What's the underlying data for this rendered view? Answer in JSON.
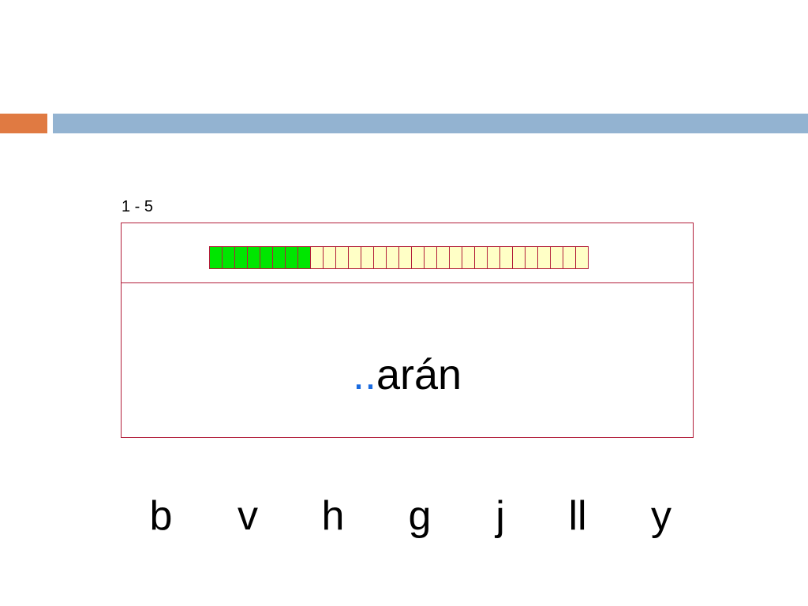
{
  "slide": {
    "accent_color": "#e07a42",
    "bar_color": "#93b3d1"
  },
  "exercise": {
    "counter": "1 - 5",
    "word_blank": "..",
    "word_rest": "arán",
    "blank_color": "#1a6be0",
    "border_color": "#b21e3a"
  },
  "progress": {
    "total_cells": 30,
    "completed_cells": 8,
    "completed_color": "#00e600",
    "remaining_color": "#ffffc6"
  },
  "options": [
    "b",
    "v",
    "h",
    "g",
    "j",
    "ll",
    "y"
  ]
}
